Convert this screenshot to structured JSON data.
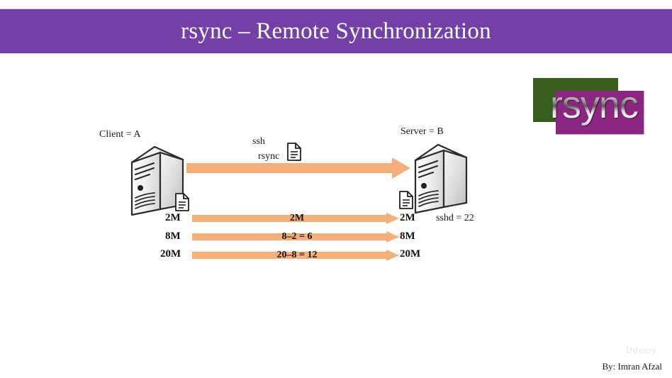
{
  "slide": {
    "title": "rsync – Remote Synchronization",
    "title_bar_color": "#7340A8",
    "background_color": "#FFFFFF",
    "arrow_color": "#F5AF7B",
    "footer_credit": "By: Imran Afzal",
    "watermark": "Udemy"
  },
  "logo": {
    "text": "rsync",
    "green_color": "#2F5B13",
    "purple_color": "#8C1E82"
  },
  "nodes": {
    "client": {
      "label": "Client = A",
      "icon": "server-tower-icon"
    },
    "server": {
      "label": "Server = B",
      "icon": "server-tower-icon"
    },
    "server_daemon": "sshd = 22"
  },
  "protocols": {
    "ssh": "ssh",
    "rsync": "rsync",
    "transfer_icon": "document-icon"
  },
  "transfers": [
    {
      "source_size": "2M",
      "delta": "2M",
      "dest_size": "2M"
    },
    {
      "source_size": "8M",
      "delta": "8–2 = 6",
      "dest_size": "8M"
    },
    {
      "source_size": "20M",
      "delta": "20–8 = 12",
      "dest_size": "20M"
    }
  ]
}
